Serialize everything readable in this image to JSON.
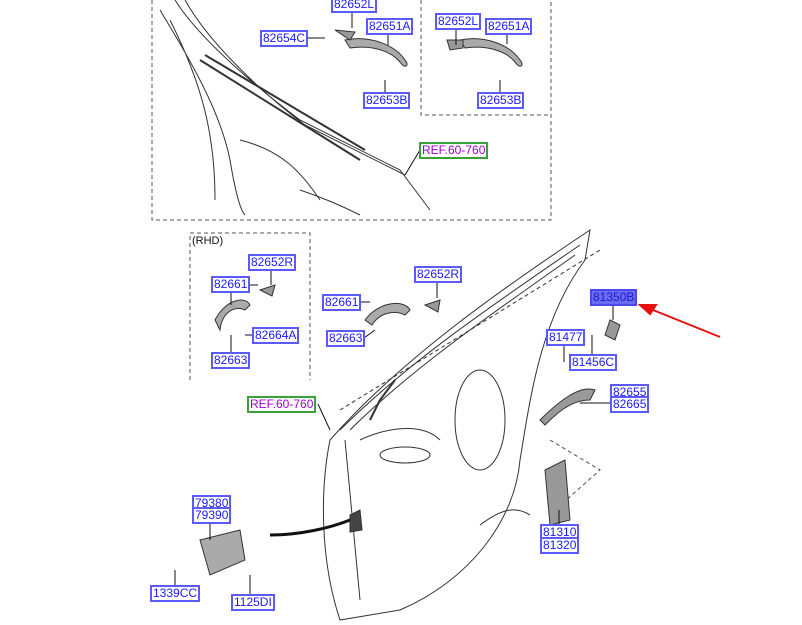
{
  "diagram": {
    "section_label": "(RHD)",
    "highlight_color": "#6a6af5",
    "arrow_color": "#e81010",
    "top_group": {
      "labels": [
        "82652L",
        "82654C",
        "82651A",
        "82653B"
      ],
      "inset_labels": [
        "82652L",
        "82651A",
        "82653B"
      ],
      "ref": "REF.60-760"
    },
    "rhd_group": {
      "labels": [
        "82652R",
        "82661",
        "82664A",
        "82663"
      ]
    },
    "main_group": {
      "labels": [
        "82652R",
        "82661",
        "82663",
        "81350B",
        "81477",
        "81456C",
        "82655",
        "82665",
        "81310",
        "81320",
        "79380",
        "79390",
        "1339CC",
        "1125DI"
      ],
      "ref": "REF.60-760",
      "highlighted": "81350B"
    }
  }
}
